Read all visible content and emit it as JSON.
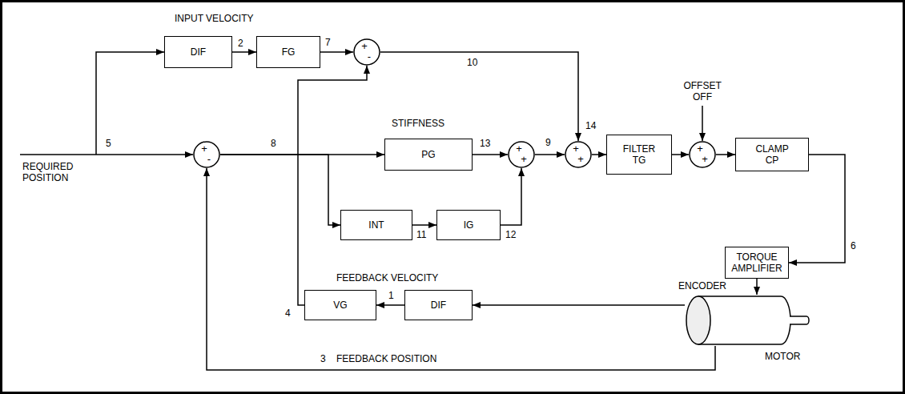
{
  "diagram": {
    "nodes": [
      {
        "text": [
          "DIF"
        ]
      },
      {
        "text": [
          "FG"
        ]
      },
      {
        "text": [
          "+",
          "-"
        ]
      },
      {
        "text": [
          "+",
          "-"
        ]
      },
      {
        "text": [
          "STIFFNESS",
          "PG"
        ]
      },
      {
        "text": [
          "+",
          "+"
        ]
      },
      {
        "text": [
          "+",
          "+"
        ]
      },
      {
        "text": [
          "FILTER TG"
        ]
      },
      {
        "text": [
          "+",
          "+"
        ]
      },
      {
        "text": [
          "CLAMP CP"
        ]
      },
      {
        "text": [
          "INT"
        ]
      },
      {
        "text": [
          "IG"
        ]
      },
      {
        "text": [
          "TORQUE AMPLIFIER"
        ]
      },
      {
        "text": [
          "VG"
        ]
      },
      {
        "text": [
          "DIF"
        ]
      },
      {
        "text": [
          "ENCODER",
          "MOTOR"
        ]
      }
    ],
    "edges": [
      {
        "from": 0,
        "to": 1,
        "arrow": "to"
      },
      {
        "from": 1,
        "to": 2,
        "arrow": "to"
      },
      {
        "from": 2,
        "to": 6,
        "arrow": "to"
      },
      {
        "from": 3,
        "to": 4,
        "arrow": "to"
      },
      {
        "from": 3,
        "to": 10,
        "arrow": "to"
      },
      {
        "from": 4,
        "to": 5,
        "arrow": "to"
      },
      {
        "from": 10,
        "to": 11,
        "arrow": "to"
      },
      {
        "from": 11,
        "to": 5,
        "arrow": "to"
      },
      {
        "from": 5,
        "to": 6,
        "arrow": "to"
      },
      {
        "from": 6,
        "to": 7,
        "arrow": "to"
      },
      {
        "from": 7,
        "to": 8,
        "arrow": "to"
      },
      {
        "from": 8,
        "to": 9,
        "arrow": "to"
      },
      {
        "from": 9,
        "to": 12,
        "arrow": "to"
      },
      {
        "from": 12,
        "to": 15,
        "arrow": "to"
      },
      {
        "from": 15,
        "to": 14,
        "arrow": "to"
      },
      {
        "from": 14,
        "to": 13,
        "arrow": "to"
      },
      {
        "from": 13,
        "to": 2,
        "arrow": "to"
      },
      {
        "from": 15,
        "to": 3,
        "arrow": "to"
      }
    ],
    "labels": [
      "INPUT VELOCITY",
      "2",
      "7",
      "10",
      "REQUIRED POSITION",
      "5",
      "8",
      "13",
      "9",
      "14",
      "OFFSET OFF",
      "11",
      "12",
      "6",
      "FEEDBACK VELOCITY",
      "4",
      "1",
      "3",
      "FEEDBACK POSITION"
    ]
  }
}
